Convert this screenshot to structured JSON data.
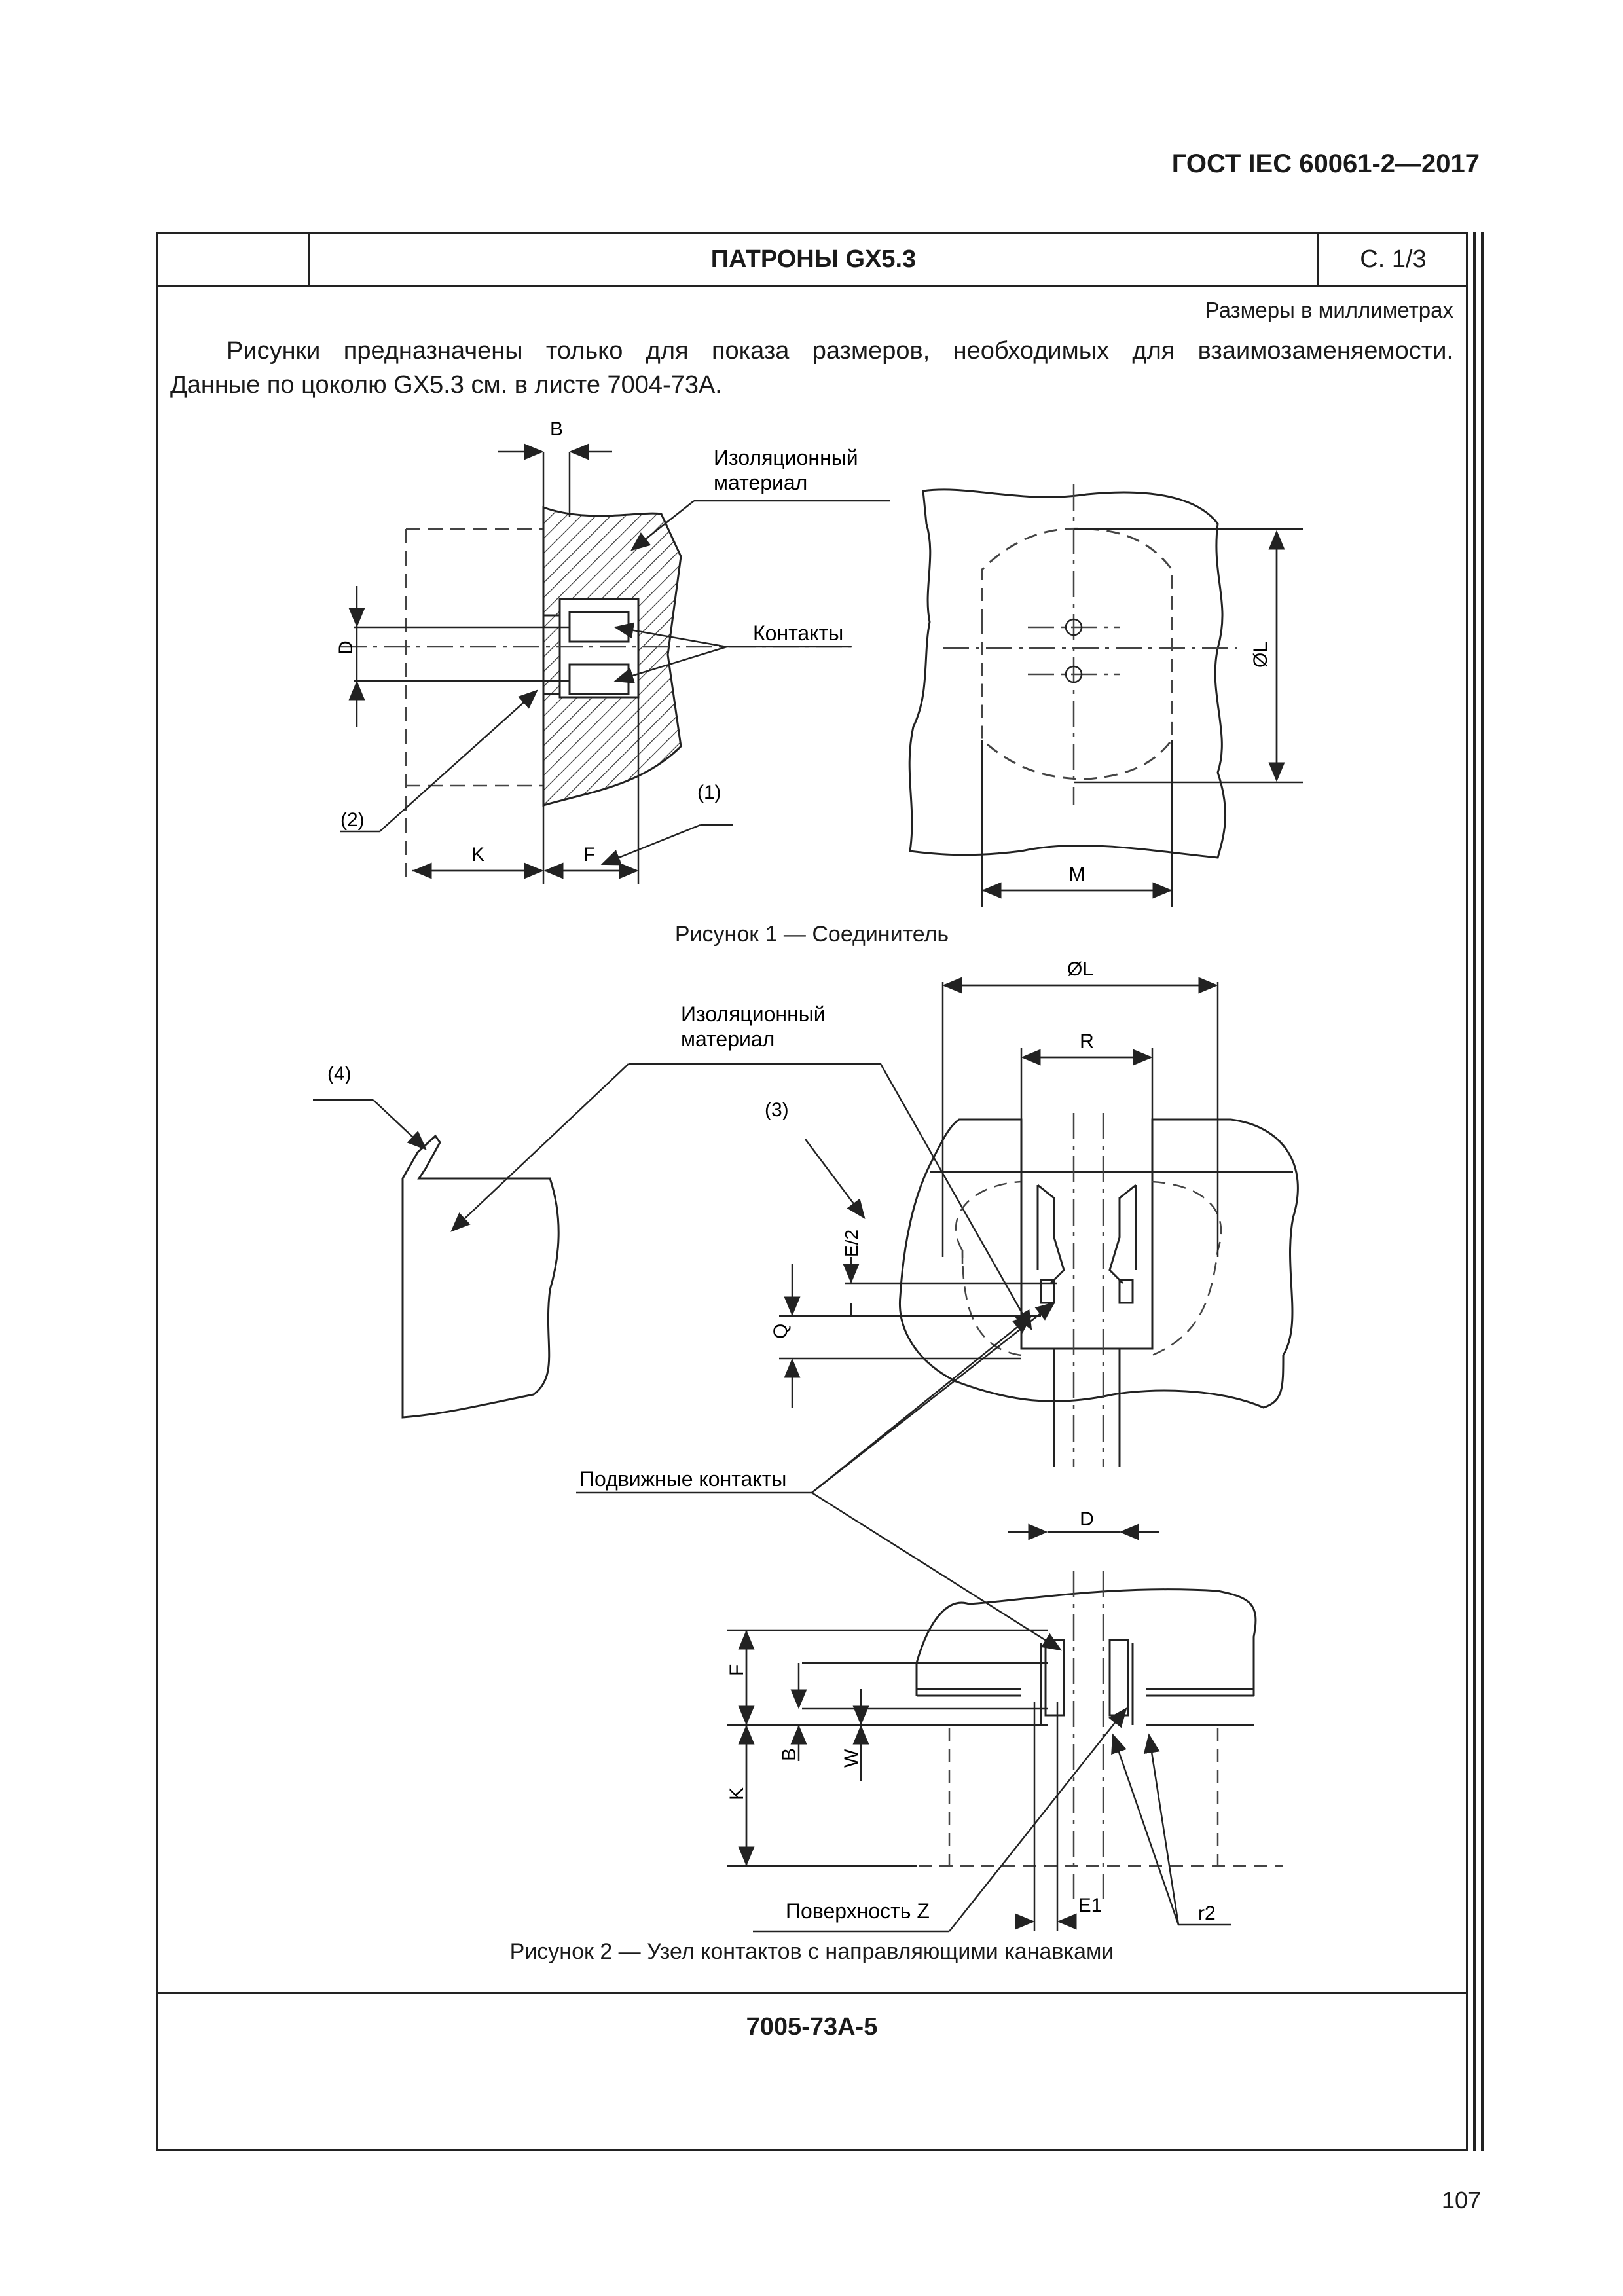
{
  "header": {
    "standard": "ГОСТ IEC 60061-2—2017"
  },
  "title_block": {
    "title": "ПАТРОНЫ GX5.3",
    "page": "С. 1/3"
  },
  "units_note": "Размеры в миллиметрах",
  "intro": {
    "line1": "Рисунки предназначены только для показа размеров, необходимых для взаимозаменяемости.",
    "line2": "Данные по цоколю GX5.3 см. в листе 7004-73А."
  },
  "figure1": {
    "caption": "Рисунок 1 — Соединитель",
    "labels": {
      "insulating": "Изоляционный",
      "insulating2": "материал",
      "contacts": "Контакты",
      "B": "B",
      "D": "D",
      "K": "K",
      "F": "F",
      "note1": "(1)",
      "note2": "(2)",
      "L": "ØL",
      "M": "M"
    }
  },
  "figure2": {
    "caption": "Рисунок 2 — Узел контактов с направляющими канавками",
    "labels": {
      "L": "ØL",
      "R": "R",
      "insulating": "Изоляционный",
      "insulating2": "материал",
      "note3": "(3)",
      "note4": "(4)",
      "E2": "E/2",
      "Q": "Q",
      "movable": "Подвижные контакты",
      "D": "D",
      "F": "F",
      "B": "B",
      "W": "W",
      "K": "K",
      "surface": "Поверхность Z",
      "E1": "E1",
      "r2": "r2"
    }
  },
  "footer": {
    "sheet_code": "7005-73А-5",
    "page_number": "107"
  }
}
